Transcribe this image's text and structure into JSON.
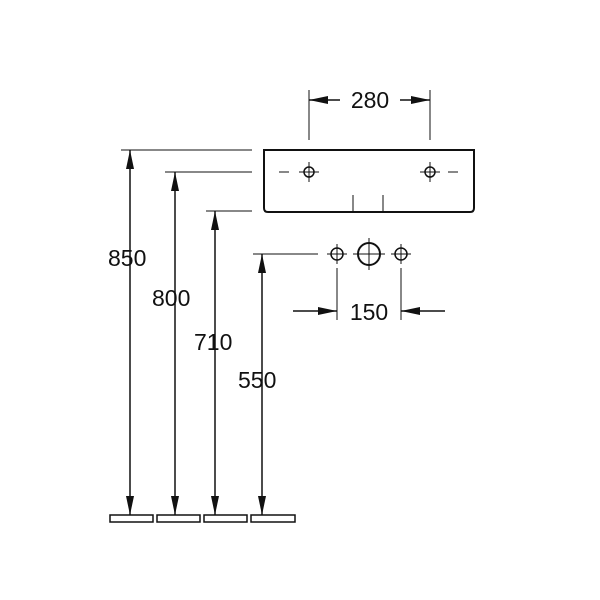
{
  "dimensions": {
    "width_top": "280",
    "tap_spacing": "150",
    "height_850": "850",
    "height_800": "800",
    "height_710": "710",
    "height_550": "550"
  },
  "colors": {
    "line": "#111111",
    "background": "#ffffff"
  }
}
